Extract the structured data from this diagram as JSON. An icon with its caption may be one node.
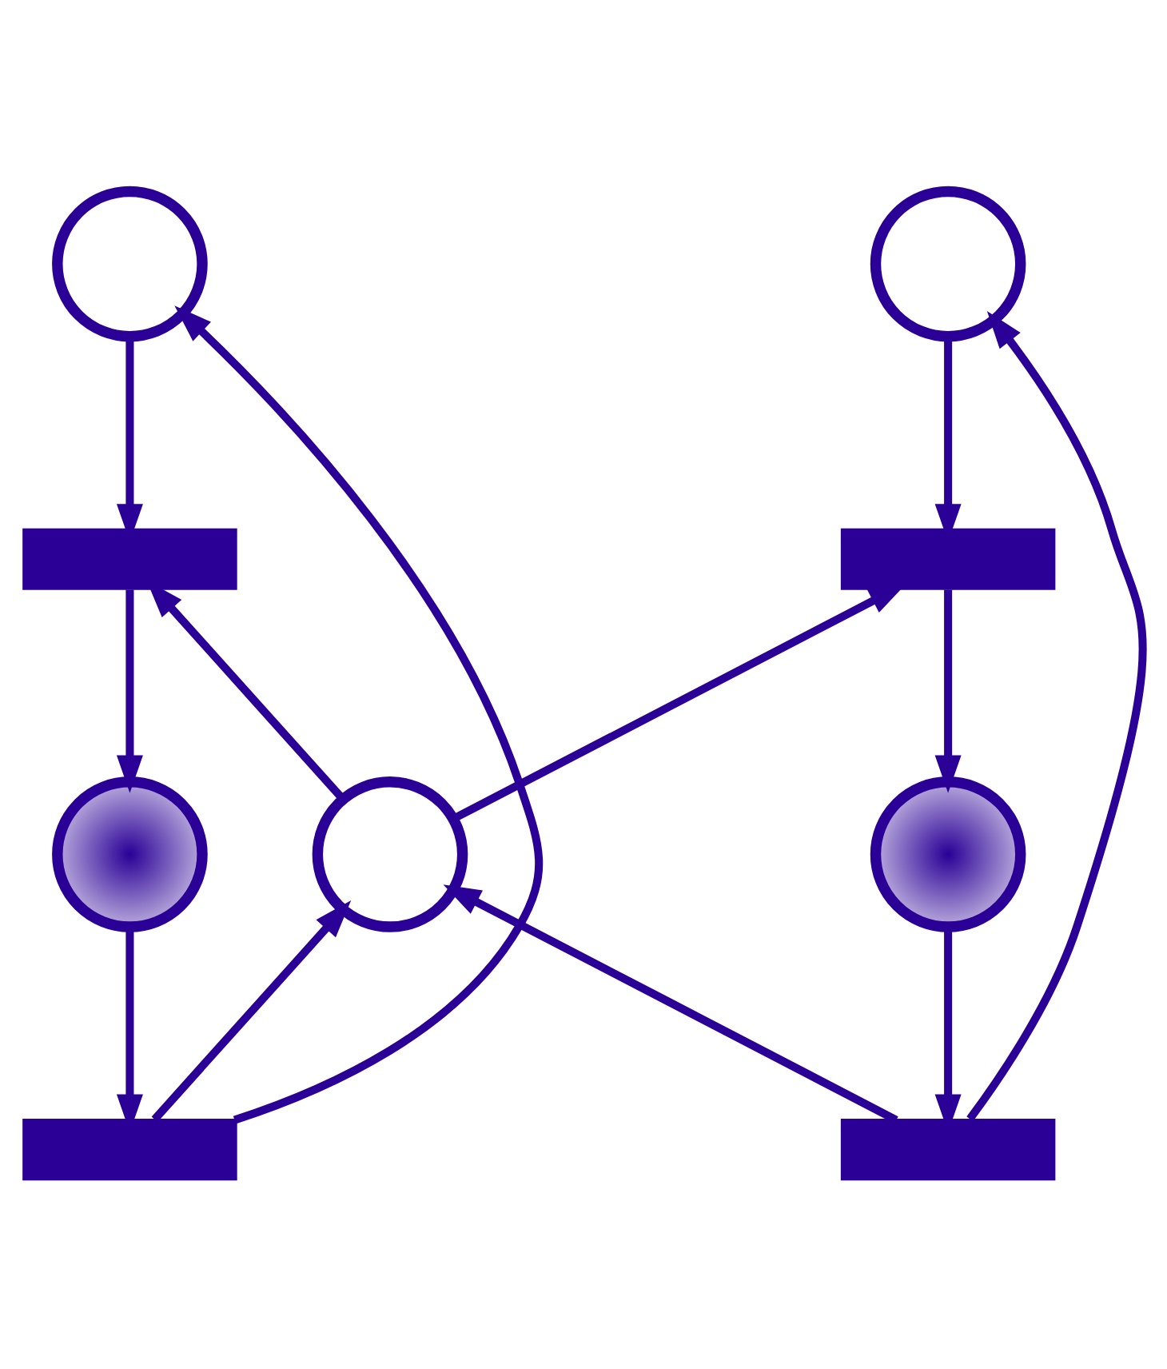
{
  "diagram": {
    "nodes": [
      {
        "text": [],
        "shape": "circle"
      },
      {
        "text": [],
        "shape": "circle"
      },
      {
        "text": [],
        "shape": "bar"
      },
      {
        "text": [],
        "shape": "bar"
      },
      {
        "text": [],
        "shape": "circle"
      },
      {
        "text": [],
        "shape": "circle"
      },
      {
        "text": [],
        "shape": "circle"
      },
      {
        "text": [],
        "shape": "bar"
      },
      {
        "text": [],
        "shape": "bar"
      }
    ],
    "edges": [
      {
        "from": 0,
        "to": 2,
        "arrow": "to"
      },
      {
        "from": 1,
        "to": 3,
        "arrow": "to"
      },
      {
        "from": 5,
        "to": 2,
        "arrow": "to"
      },
      {
        "from": 5,
        "to": 3,
        "arrow": "to"
      },
      {
        "from": 2,
        "to": 4,
        "arrow": "to"
      },
      {
        "from": 3,
        "to": 6,
        "arrow": "to"
      },
      {
        "from": 4,
        "to": 7,
        "arrow": "to"
      },
      {
        "from": 6,
        "to": 8,
        "arrow": "to"
      },
      {
        "from": 7,
        "to": 0,
        "arrow": "to"
      },
      {
        "from": 7,
        "to": 5,
        "arrow": "to"
      },
      {
        "from": 8,
        "to": 5,
        "arrow": "to"
      },
      {
        "from": 8,
        "to": 1,
        "arrow": "to"
      }
    ]
  }
}
